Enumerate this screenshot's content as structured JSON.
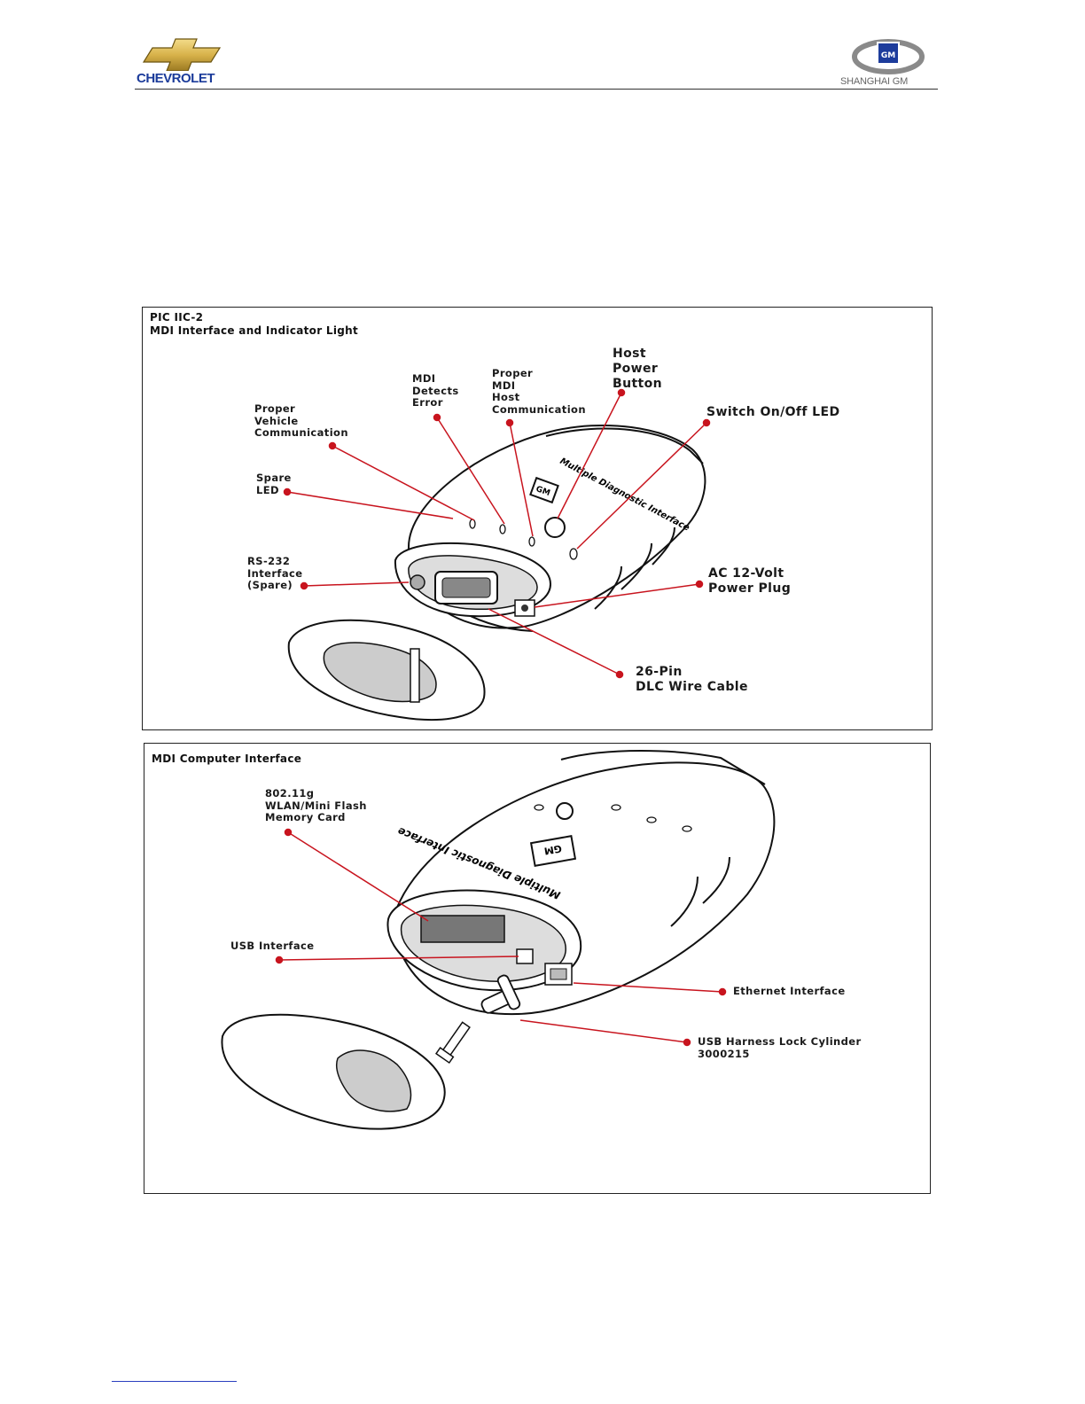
{
  "header": {
    "left_logo_text": "CHEVROLET",
    "right_logo_text": "SHANGHAI GM",
    "right_logo_badge": "GM"
  },
  "panel1": {
    "title_line1": "PIC IIC-2",
    "title_line2": "MDI Interface and Indicator Light",
    "device_label": "Multiple Diagnostic Interface",
    "device_badge": "GM",
    "callouts": {
      "host_power_button": "Host\nPower\nButton",
      "switch_led": "Switch On/Off LED",
      "proper_mdi_host": "Proper\nMDI\nHost\nCommunication",
      "mdi_detects_error": "MDI\nDetects\nError",
      "proper_vehicle": "Proper\nVehicle\nCommunication",
      "spare_led": "Spare\nLED",
      "rs232": "RS-232\nInterface\n(Spare)",
      "ac_power": "AC 12-Volt\nPower Plug",
      "dlc_cable": "26-Pin\nDLC Wire Cable"
    }
  },
  "panel2": {
    "title": "MDI Computer Interface",
    "device_label": "Multiple Diagnostic Interface",
    "device_badge": "GM",
    "callouts": {
      "wlan_card": "802.11g\nWLAN/Mini Flash\nMemory Card",
      "usb_interface": "USB Interface",
      "ethernet": "Ethernet Interface",
      "usb_harness": "USB Harness Lock Cylinder\n3000215"
    }
  },
  "colors": {
    "callout_line": "#c8141e",
    "chevrolet_gold": "#d8b24a",
    "chevrolet_blue": "#1b3b9a",
    "footer_link": "#2a3fbf"
  }
}
